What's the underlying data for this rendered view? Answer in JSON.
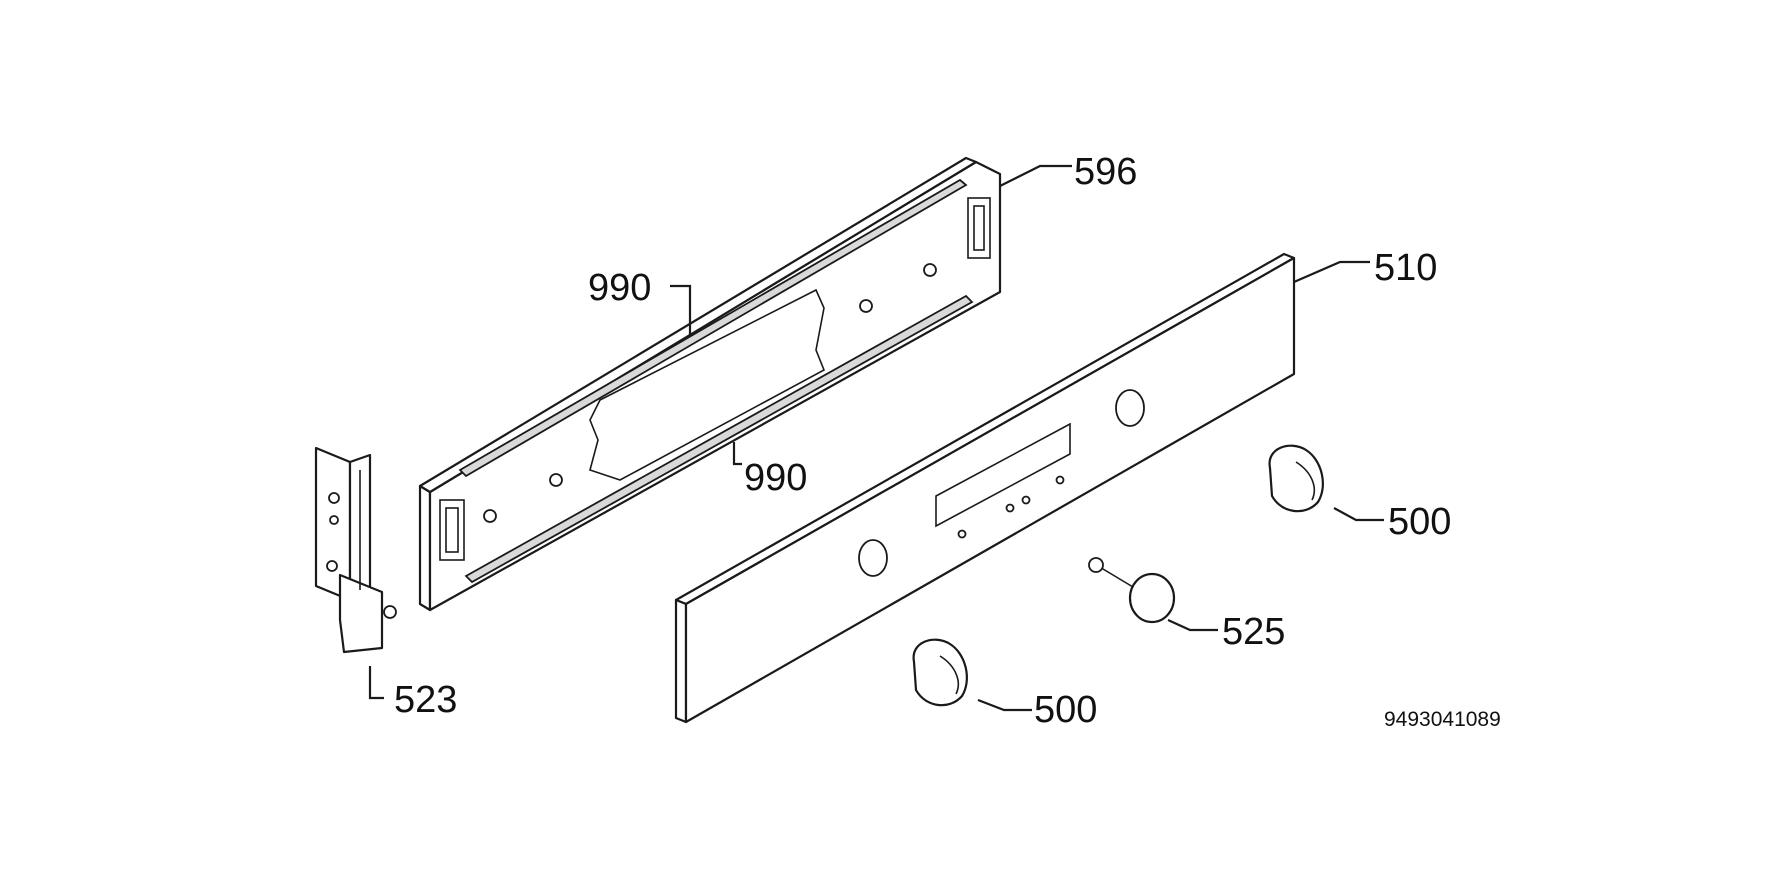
{
  "callouts": {
    "p596": "596",
    "p510": "510",
    "p990_upper": "990",
    "p990_lower": "990",
    "p500_right": "500",
    "p525": "525",
    "p500_bottom": "500",
    "p523": "523"
  },
  "document_number": "9493041089",
  "colors": {
    "line": "#1a1a1a",
    "strip_fill": "#d9d9d9",
    "panel_edge": "#333333"
  }
}
